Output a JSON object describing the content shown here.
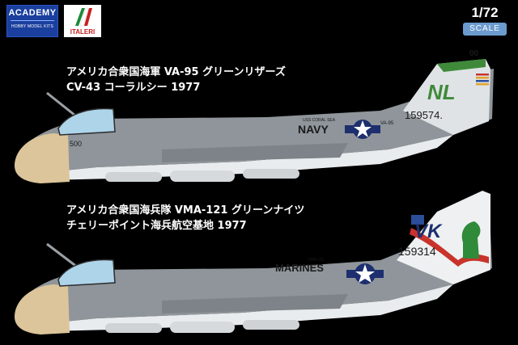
{
  "logos": {
    "academy": {
      "name": "ACADEMY",
      "tagline": "HOBBY MODEL KITS",
      "color": "#1a3f9e"
    },
    "italeri": {
      "name": "ITALERI",
      "color": "#c81e1e"
    }
  },
  "scale": {
    "ratio": "1/72",
    "word": "SCALE",
    "color": "#6b9bcf"
  },
  "variants": [
    {
      "caption_line1": "アメリカ合衆国海軍 VA-95 グリーンリザーズ",
      "caption_line2": "CV-43 コーラルシー 1977",
      "tail_code": "NL",
      "tail_modex": "00",
      "bureau_number": "159574.",
      "service": "NAVY",
      "squadron": "VA-95",
      "ship": "USS CORAL SEA",
      "nose_number": "500",
      "body_color": "#8f959a",
      "tail_accent": "#3f8a3a"
    },
    {
      "caption_line1": "アメリカ合衆国海兵隊 VMA-121 グリーンナイツ",
      "caption_line2": "チェリーポイント海兵航空基地 1977",
      "tail_code": "VK",
      "bureau_number": "159314",
      "service": "MARINES",
      "squadron": "VMA-121",
      "body_color": "#8f959a",
      "tail_accent": "#2f8a3a"
    }
  ]
}
